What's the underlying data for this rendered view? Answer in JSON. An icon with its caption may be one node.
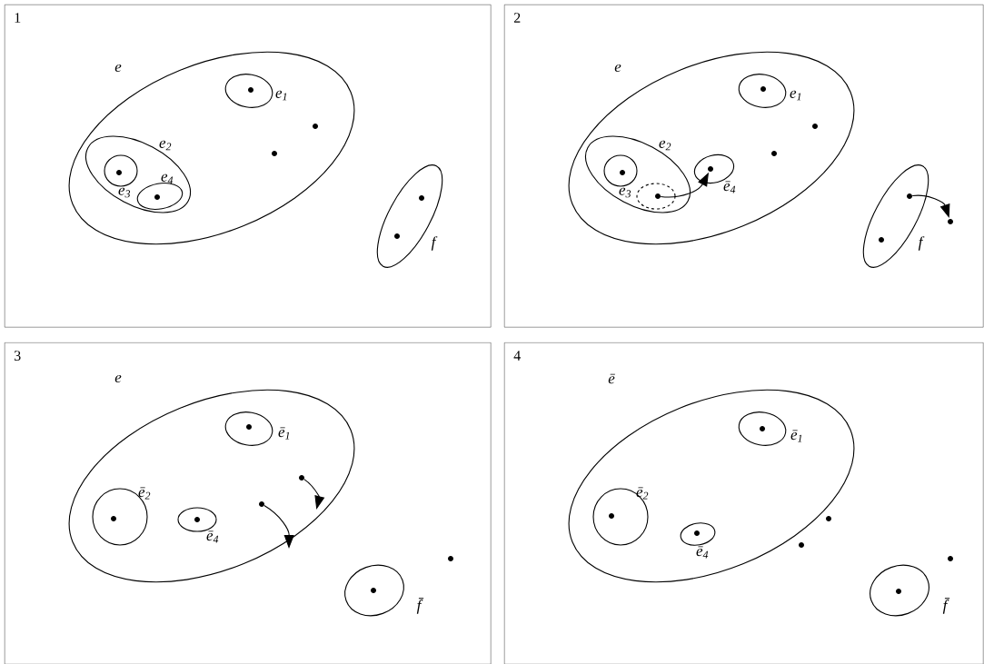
{
  "diagram": {
    "nodes": [
      {
        "text": [
          "1"
        ]
      },
      {
        "text": [
          "e"
        ],
        "in": 0
      },
      {
        "text": [
          "e$_{1}$"
        ],
        "in": 1
      },
      {
        "text": [],
        "shape": "circle",
        "in": 2
      },
      {
        "text": [],
        "shape": "circle",
        "in": 1
      },
      {
        "text": [],
        "shape": "circle",
        "in": 1
      },
      {
        "text": [
          "e$_{2}$"
        ],
        "in": 1
      },
      {
        "text": [
          "e$_{3}$"
        ],
        "in": 6
      },
      {
        "text": [],
        "shape": "circle",
        "in": 7
      },
      {
        "text": [
          "e$_{4}$"
        ],
        "in": 6
      },
      {
        "text": [],
        "shape": "circle",
        "in": 9
      },
      {
        "text": [
          "f"
        ],
        "in": 0
      },
      {
        "text": [],
        "shape": "circle",
        "in": 11
      },
      {
        "text": [],
        "shape": "circle",
        "in": 11
      },
      {
        "text": [
          "2"
        ]
      },
      {
        "text": [
          "e"
        ],
        "in": 14
      },
      {
        "text": [
          "e$_{1}$"
        ],
        "in": 15
      },
      {
        "text": [],
        "shape": "circle",
        "in": 16
      },
      {
        "text": [],
        "shape": "circle",
        "in": 15
      },
      {
        "text": [],
        "shape": "circle",
        "in": 15
      },
      {
        "text": [
          "e$_{2}$"
        ],
        "in": 15
      },
      {
        "text": [
          "e$_{3}$"
        ],
        "in": 20
      },
      {
        "text": [],
        "shape": "circle",
        "in": 21
      },
      {
        "text": [],
        "shape": "ellipse",
        "in": 20
      },
      {
        "text": [],
        "shape": "circle",
        "in": 23
      },
      {
        "text": [
          "ē$_{4}$"
        ],
        "in": 15
      },
      {
        "text": [],
        "shape": "circle",
        "in": 25
      },
      {
        "text": [
          "f"
        ],
        "in": 14
      },
      {
        "text": [],
        "shape": "circle",
        "in": 27
      },
      {
        "text": [],
        "shape": "circle",
        "in": 27
      },
      {
        "text": [],
        "shape": "circle",
        "in": 14
      },
      {
        "text": [
          "3"
        ]
      },
      {
        "text": [
          "e"
        ],
        "in": 31
      },
      {
        "text": [
          "ē$_{1}$"
        ],
        "in": 32
      },
      {
        "text": [],
        "shape": "circle",
        "in": 33
      },
      {
        "text": [
          "ē$_{2}$"
        ],
        "in": 32
      },
      {
        "text": [],
        "shape": "circle",
        "in": 35
      },
      {
        "text": [
          "ē$_{4}$"
        ],
        "in": 32
      },
      {
        "text": [],
        "shape": "circle",
        "in": 37
      },
      {
        "text": [],
        "shape": "circle",
        "in": 32
      },
      {
        "text": [],
        "shape": "circle",
        "in": 32
      },
      {
        "text": [
          "f̄"
        ],
        "in": 31
      },
      {
        "text": [],
        "shape": "circle",
        "in": 41
      },
      {
        "text": [],
        "shape": "circle",
        "in": 31
      },
      {
        "text": [
          "4"
        ]
      },
      {
        "text": [
          "ē"
        ],
        "in": 44
      },
      {
        "text": [
          "ē$_{1}$"
        ],
        "in": 45
      },
      {
        "text": [],
        "shape": "circle",
        "in": 46
      },
      {
        "text": [
          "ē$_{2}$"
        ],
        "in": 45
      },
      {
        "text": [],
        "shape": "circle",
        "in": 48
      },
      {
        "text": [
          "ē$_{4}$"
        ],
        "in": 45
      },
      {
        "text": [],
        "shape": "circle",
        "in": 50
      },
      {
        "text": [],
        "shape": "circle",
        "in": 45
      },
      {
        "text": [],
        "shape": "circle",
        "in": 45
      },
      {
        "text": [
          "f̄"
        ],
        "in": 44
      },
      {
        "text": [],
        "shape": "circle",
        "in": 54
      },
      {
        "text": [],
        "shape": "circle",
        "in": 44
      }
    ],
    "edges": [
      {
        "from": 24,
        "to": 26,
        "arrow": "to"
      },
      {
        "from": 28,
        "to": 30,
        "arrow": "to"
      },
      {
        "from": 39,
        "to": null,
        "arrow": "to"
      },
      {
        "from": 40,
        "to": null,
        "arrow": "to"
      }
    ]
  }
}
